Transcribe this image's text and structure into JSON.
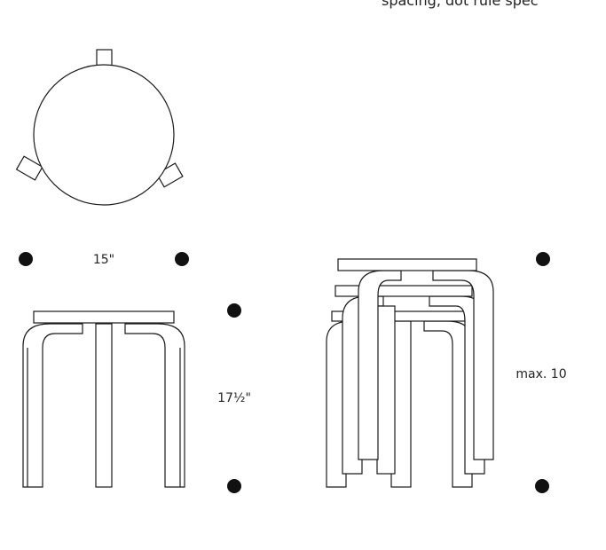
{
  "header": {
    "cutoff_text": "spacing, dot rule spec"
  },
  "dimensions": {
    "diameter_label": "15\"",
    "height_label": "17½\"",
    "stack_label": "max. 10"
  },
  "colors": {
    "line": "#1a1a1a",
    "dot": "#111111",
    "background": "#ffffff"
  }
}
